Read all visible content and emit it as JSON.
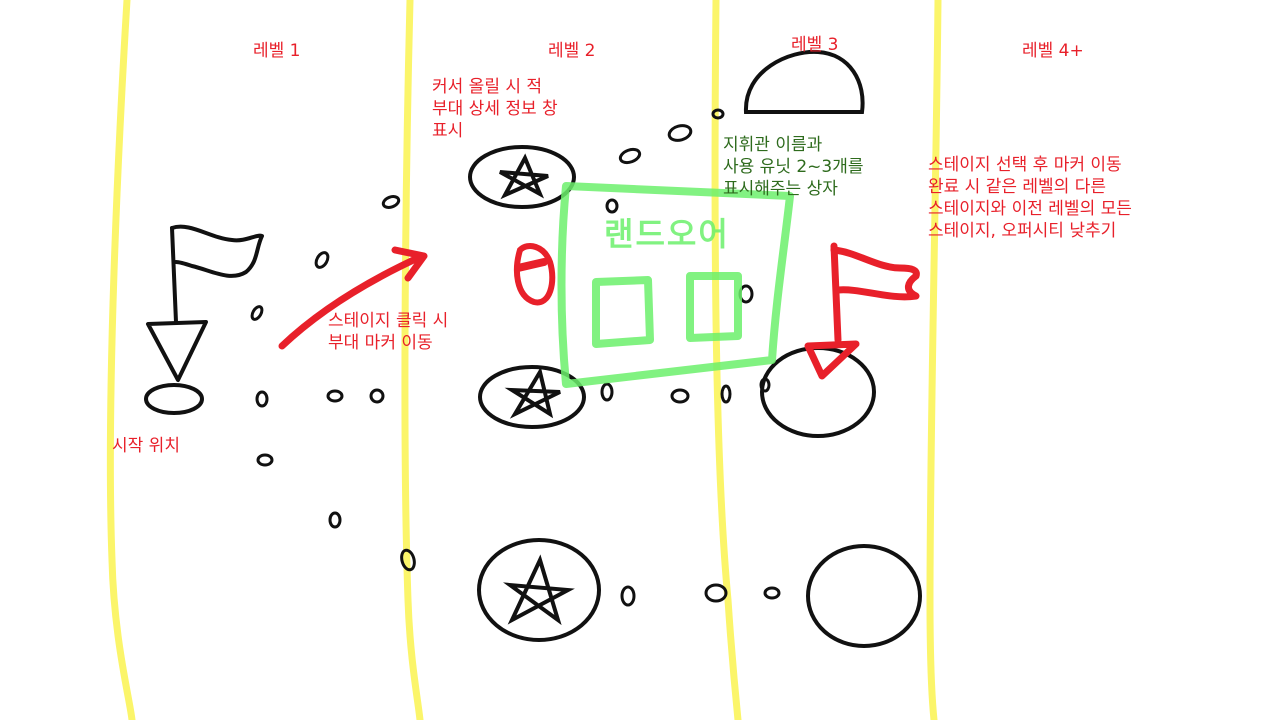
{
  "levels": [
    "레벨 1",
    "레벨 2",
    "레벨 3",
    "레벨 4+"
  ],
  "notes": {
    "start_position": "시작 위치",
    "hover_info": "커서 올릴 시 적\n부대 상세 정보 창\n표시",
    "click_move": "스테이지 클릭 시\n부대 마커 이동",
    "commander_box": "지휘관 이름과\n사용 유닛 2~3개를\n표시해주는 상자",
    "after_move": "스테이지 선택 후 마커 이동\n완료 시 같은 레벨의 다른\n스테이지와 이전 레벨의 모든\n스테이지, 오퍼시티 낮추기",
    "box_title": "랜드오어"
  },
  "colors": {
    "lane": "#fbf56a",
    "ink": "#111111",
    "accent_red": "#e8202a",
    "accent_green": "#6cf06c",
    "green_text": "#2e6b1d"
  }
}
